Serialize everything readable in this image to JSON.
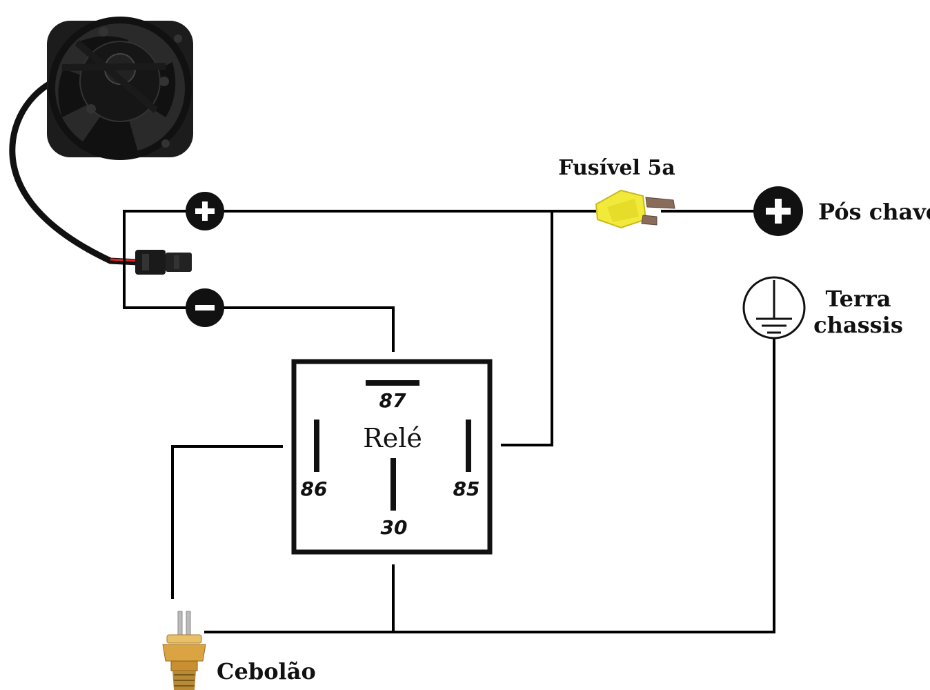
{
  "labels": {
    "fuse": "Fusível 5a",
    "key_positive": "Pós chave",
    "ground_line1": "Terra",
    "ground_line2": "chassis",
    "thermo_switch": "Cebolão",
    "relay": "Relé"
  },
  "relay_pins": {
    "p87": "87",
    "p86": "86",
    "p85": "85",
    "p30": "30"
  },
  "symbols": {
    "positive": "+",
    "negative": "−"
  },
  "icons": {
    "fan": "radiator-fan-icon",
    "fuse": "blade-fuse-icon",
    "ground": "ground-icon",
    "thermo_switch": "thermo-switch-icon"
  },
  "colors": {
    "wire": "#000000",
    "fuse_body": "#f2ea3a",
    "thermo_brass": "#d9a441"
  }
}
